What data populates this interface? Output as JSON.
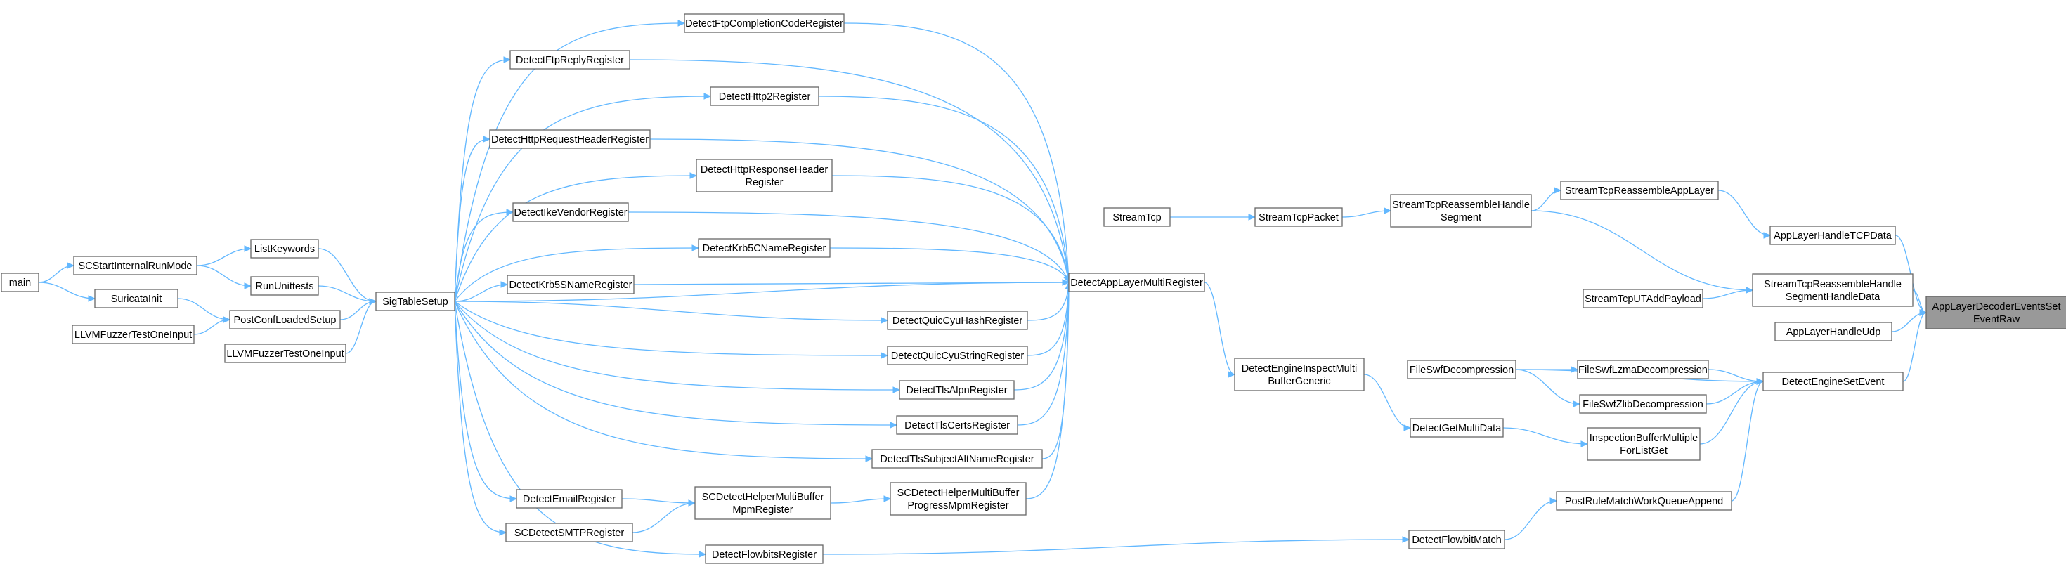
{
  "graph": {
    "root": "AppLayerDecoderEventsSetEventRaw",
    "nodes": [
      {
        "id": "root",
        "lines": [
          "AppLayerDecoderEventsSet",
          "EventRaw"
        ]
      },
      {
        "id": "alhtcp",
        "lines": [
          "AppLayerHandleTCPData"
        ]
      },
      {
        "id": "strsegdata",
        "lines": [
          "StreamTcpReassembleHandle",
          "SegmentHandleData"
        ]
      },
      {
        "id": "alhudp",
        "lines": [
          "AppLayerHandleUdp"
        ]
      },
      {
        "id": "detsetevent",
        "lines": [
          "DetectEngineSetEvent"
        ]
      },
      {
        "id": "streamapplayer",
        "lines": [
          "StreamTcpReassembleAppLayer"
        ]
      },
      {
        "id": "streamutadd",
        "lines": [
          "StreamTcpUTAddPayload"
        ]
      },
      {
        "id": "fswflzma",
        "lines": [
          "FileSwfLzmaDecompression"
        ]
      },
      {
        "id": "fswfzlib",
        "lines": [
          "FileSwfZlibDecompression"
        ]
      },
      {
        "id": "inspbuf",
        "lines": [
          "InspectionBufferMultiple",
          "ForListGet"
        ]
      },
      {
        "id": "postrule",
        "lines": [
          "PostRuleMatchWorkQueueAppend"
        ]
      },
      {
        "id": "strsegment",
        "lines": [
          "StreamTcpReassembleHandle",
          "Segment"
        ]
      },
      {
        "id": "fswfdec",
        "lines": [
          "FileSwfDecompression"
        ]
      },
      {
        "id": "detgetmulti",
        "lines": [
          "DetectGetMultiData"
        ]
      },
      {
        "id": "detflowmatch",
        "lines": [
          "DetectFlowbitMatch"
        ]
      },
      {
        "id": "streamtcppacket",
        "lines": [
          "StreamTcpPacket"
        ]
      },
      {
        "id": "deteng",
        "lines": [
          "DetectEngineInspectMulti",
          "BufferGeneric"
        ]
      },
      {
        "id": "streamtcp",
        "lines": [
          "StreamTcp"
        ]
      },
      {
        "id": "applayermulti",
        "lines": [
          "DetectAppLayerMultiRegister"
        ]
      },
      {
        "id": "ftpcc",
        "lines": [
          "DetectFtpCompletionCodeRegister"
        ]
      },
      {
        "id": "ftpreply",
        "lines": [
          "DetectFtpReplyRegister"
        ]
      },
      {
        "id": "http2",
        "lines": [
          "DetectHttp2Register"
        ]
      },
      {
        "id": "httpreqhdr",
        "lines": [
          "DetectHttpRequestHeaderRegister"
        ]
      },
      {
        "id": "httpresphdr",
        "lines": [
          "DetectHttpResponseHeader",
          "Register"
        ]
      },
      {
        "id": "ikevendor",
        "lines": [
          "DetectIkeVendorRegister"
        ]
      },
      {
        "id": "krb5cname",
        "lines": [
          "DetectKrb5CNameRegister"
        ]
      },
      {
        "id": "krb5sname",
        "lines": [
          "DetectKrb5SNameRegister"
        ]
      },
      {
        "id": "quiccyuhash",
        "lines": [
          "DetectQuicCyuHashRegister"
        ]
      },
      {
        "id": "quiccyustr",
        "lines": [
          "DetectQuicCyuStringRegister"
        ]
      },
      {
        "id": "tlsalpn",
        "lines": [
          "DetectTlsAlpnRegister"
        ]
      },
      {
        "id": "tlscerts",
        "lines": [
          "DetectTlsCertsRegister"
        ]
      },
      {
        "id": "tlssan",
        "lines": [
          "DetectTlsSubjectAltNameRegister"
        ]
      },
      {
        "id": "scprogmpm",
        "lines": [
          "SCDetectHelperMultiBuffer",
          "ProgressMpmRegister"
        ]
      },
      {
        "id": "scmpm",
        "lines": [
          "SCDetectHelperMultiBuffer",
          "MpmRegister"
        ]
      },
      {
        "id": "email",
        "lines": [
          "DetectEmailRegister"
        ]
      },
      {
        "id": "smtp",
        "lines": [
          "SCDetectSMTPRegister"
        ]
      },
      {
        "id": "flowbits",
        "lines": [
          "DetectFlowbitsRegister"
        ]
      },
      {
        "id": "sigtable",
        "lines": [
          "SigTableSetup"
        ]
      },
      {
        "id": "listkw",
        "lines": [
          "ListKeywords"
        ]
      },
      {
        "id": "rununit",
        "lines": [
          "RunUnittests"
        ]
      },
      {
        "id": "postconf",
        "lines": [
          "PostConfLoadedSetup"
        ]
      },
      {
        "id": "fuzz1",
        "lines": [
          "LLVMFuzzerTestOneInput"
        ]
      },
      {
        "id": "fuzz2",
        "lines": [
          "LLVMFuzzerTestOneInput"
        ]
      },
      {
        "id": "scstart",
        "lines": [
          "SCStartInternalRunMode"
        ]
      },
      {
        "id": "suricatainit",
        "lines": [
          "SuricataInit"
        ]
      },
      {
        "id": "main",
        "lines": [
          "main"
        ]
      }
    ],
    "edges": [
      [
        "alhtcp",
        "root"
      ],
      [
        "strsegdata",
        "root"
      ],
      [
        "alhudp",
        "root"
      ],
      [
        "detsetevent",
        "root"
      ],
      [
        "streamapplayer",
        "alhtcp"
      ],
      [
        "strsegment",
        "strsegdata"
      ],
      [
        "streamutadd",
        "strsegdata"
      ],
      [
        "strsegment",
        "streamapplayer"
      ],
      [
        "streamtcppacket",
        "strsegment"
      ],
      [
        "streamtcp",
        "streamtcppacket"
      ],
      [
        "fswflzma",
        "detsetevent"
      ],
      [
        "fswfzlib",
        "detsetevent"
      ],
      [
        "fswfdec",
        "detsetevent"
      ],
      [
        "inspbuf",
        "detsetevent"
      ],
      [
        "postrule",
        "detsetevent"
      ],
      [
        "fswfdec",
        "fswflzma"
      ],
      [
        "fswfdec",
        "fswfzlib"
      ],
      [
        "detgetmulti",
        "inspbuf"
      ],
      [
        "detflowmatch",
        "postrule"
      ],
      [
        "deteng",
        "detgetmulti"
      ],
      [
        "applayermulti",
        "deteng"
      ],
      [
        "ftpcc",
        "applayermulti"
      ],
      [
        "ftpreply",
        "applayermulti"
      ],
      [
        "http2",
        "applayermulti"
      ],
      [
        "httpreqhdr",
        "applayermulti"
      ],
      [
        "httpresphdr",
        "applayermulti"
      ],
      [
        "ikevendor",
        "applayermulti"
      ],
      [
        "krb5cname",
        "applayermulti"
      ],
      [
        "krb5sname",
        "applayermulti"
      ],
      [
        "quiccyuhash",
        "applayermulti"
      ],
      [
        "quiccyustr",
        "applayermulti"
      ],
      [
        "tlsalpn",
        "applayermulti"
      ],
      [
        "tlscerts",
        "applayermulti"
      ],
      [
        "tlssan",
        "applayermulti"
      ],
      [
        "scprogmpm",
        "applayermulti"
      ],
      [
        "sigtable",
        "applayermulti"
      ],
      [
        "scmpm",
        "scprogmpm"
      ],
      [
        "email",
        "scmpm"
      ],
      [
        "smtp",
        "scmpm"
      ],
      [
        "flowbits",
        "detflowmatch"
      ],
      [
        "sigtable",
        "ftpcc"
      ],
      [
        "sigtable",
        "ftpreply"
      ],
      [
        "sigtable",
        "http2"
      ],
      [
        "sigtable",
        "httpreqhdr"
      ],
      [
        "sigtable",
        "httpresphdr"
      ],
      [
        "sigtable",
        "ikevendor"
      ],
      [
        "sigtable",
        "krb5cname"
      ],
      [
        "sigtable",
        "krb5sname"
      ],
      [
        "sigtable",
        "quiccyuhash"
      ],
      [
        "sigtable",
        "quiccyustr"
      ],
      [
        "sigtable",
        "tlsalpn"
      ],
      [
        "sigtable",
        "tlscerts"
      ],
      [
        "sigtable",
        "tlssan"
      ],
      [
        "sigtable",
        "email"
      ],
      [
        "sigtable",
        "smtp"
      ],
      [
        "sigtable",
        "flowbits"
      ],
      [
        "listkw",
        "sigtable"
      ],
      [
        "rununit",
        "sigtable"
      ],
      [
        "postconf",
        "sigtable"
      ],
      [
        "fuzz2",
        "sigtable"
      ],
      [
        "scstart",
        "listkw"
      ],
      [
        "scstart",
        "rununit"
      ],
      [
        "suricatainit",
        "postconf"
      ],
      [
        "fuzz1",
        "postconf"
      ],
      [
        "main",
        "scstart"
      ],
      [
        "main",
        "suricatainit"
      ]
    ]
  },
  "colors": {
    "edge": "#63b8ff",
    "root_fill": "#999999",
    "node_border": "#666666"
  }
}
